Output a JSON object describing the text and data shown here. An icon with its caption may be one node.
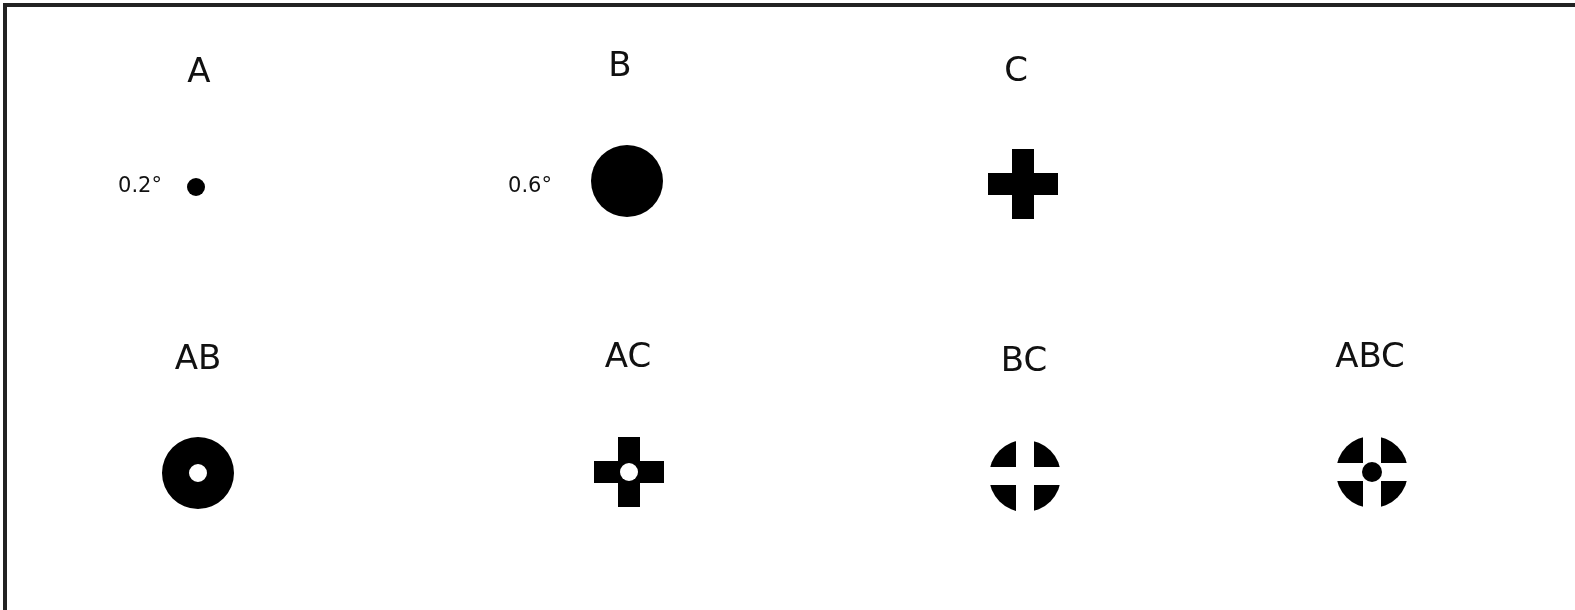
{
  "diagram": {
    "labels": [
      "A",
      "B",
      "C",
      "0.2°",
      "0.6°",
      "AB",
      "AC",
      "BC",
      "ABC"
    ]
  }
}
